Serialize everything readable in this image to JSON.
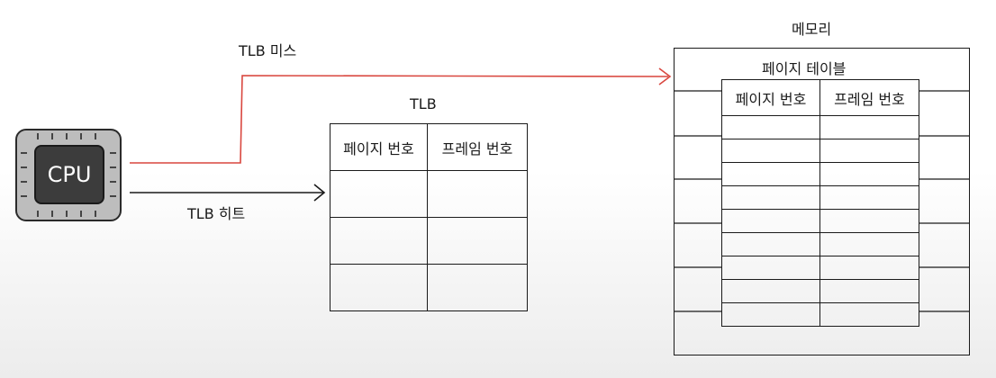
{
  "cpu": {
    "label": "CPU"
  },
  "arrows": {
    "miss_label": "TLB 미스",
    "hit_label": "TLB 히트"
  },
  "colors": {
    "miss_arrow": "#d9473f",
    "hit_arrow": "#1a1a1a"
  },
  "tlb": {
    "title": "TLB",
    "headers": [
      "페이지 번호",
      "프레임 번호"
    ],
    "rows": [
      [
        "",
        ""
      ],
      [
        "",
        ""
      ],
      [
        "",
        ""
      ]
    ]
  },
  "memory": {
    "title": "메모리",
    "page_table": {
      "title": "페이지 테이블",
      "headers": [
        "페이지 번호",
        "프레임 번호"
      ],
      "rows": [
        [
          "",
          ""
        ],
        [
          "",
          ""
        ],
        [
          "",
          ""
        ],
        [
          "",
          ""
        ],
        [
          "",
          ""
        ],
        [
          "",
          ""
        ],
        [
          "",
          ""
        ],
        [
          "",
          ""
        ],
        [
          "",
          ""
        ]
      ]
    }
  }
}
